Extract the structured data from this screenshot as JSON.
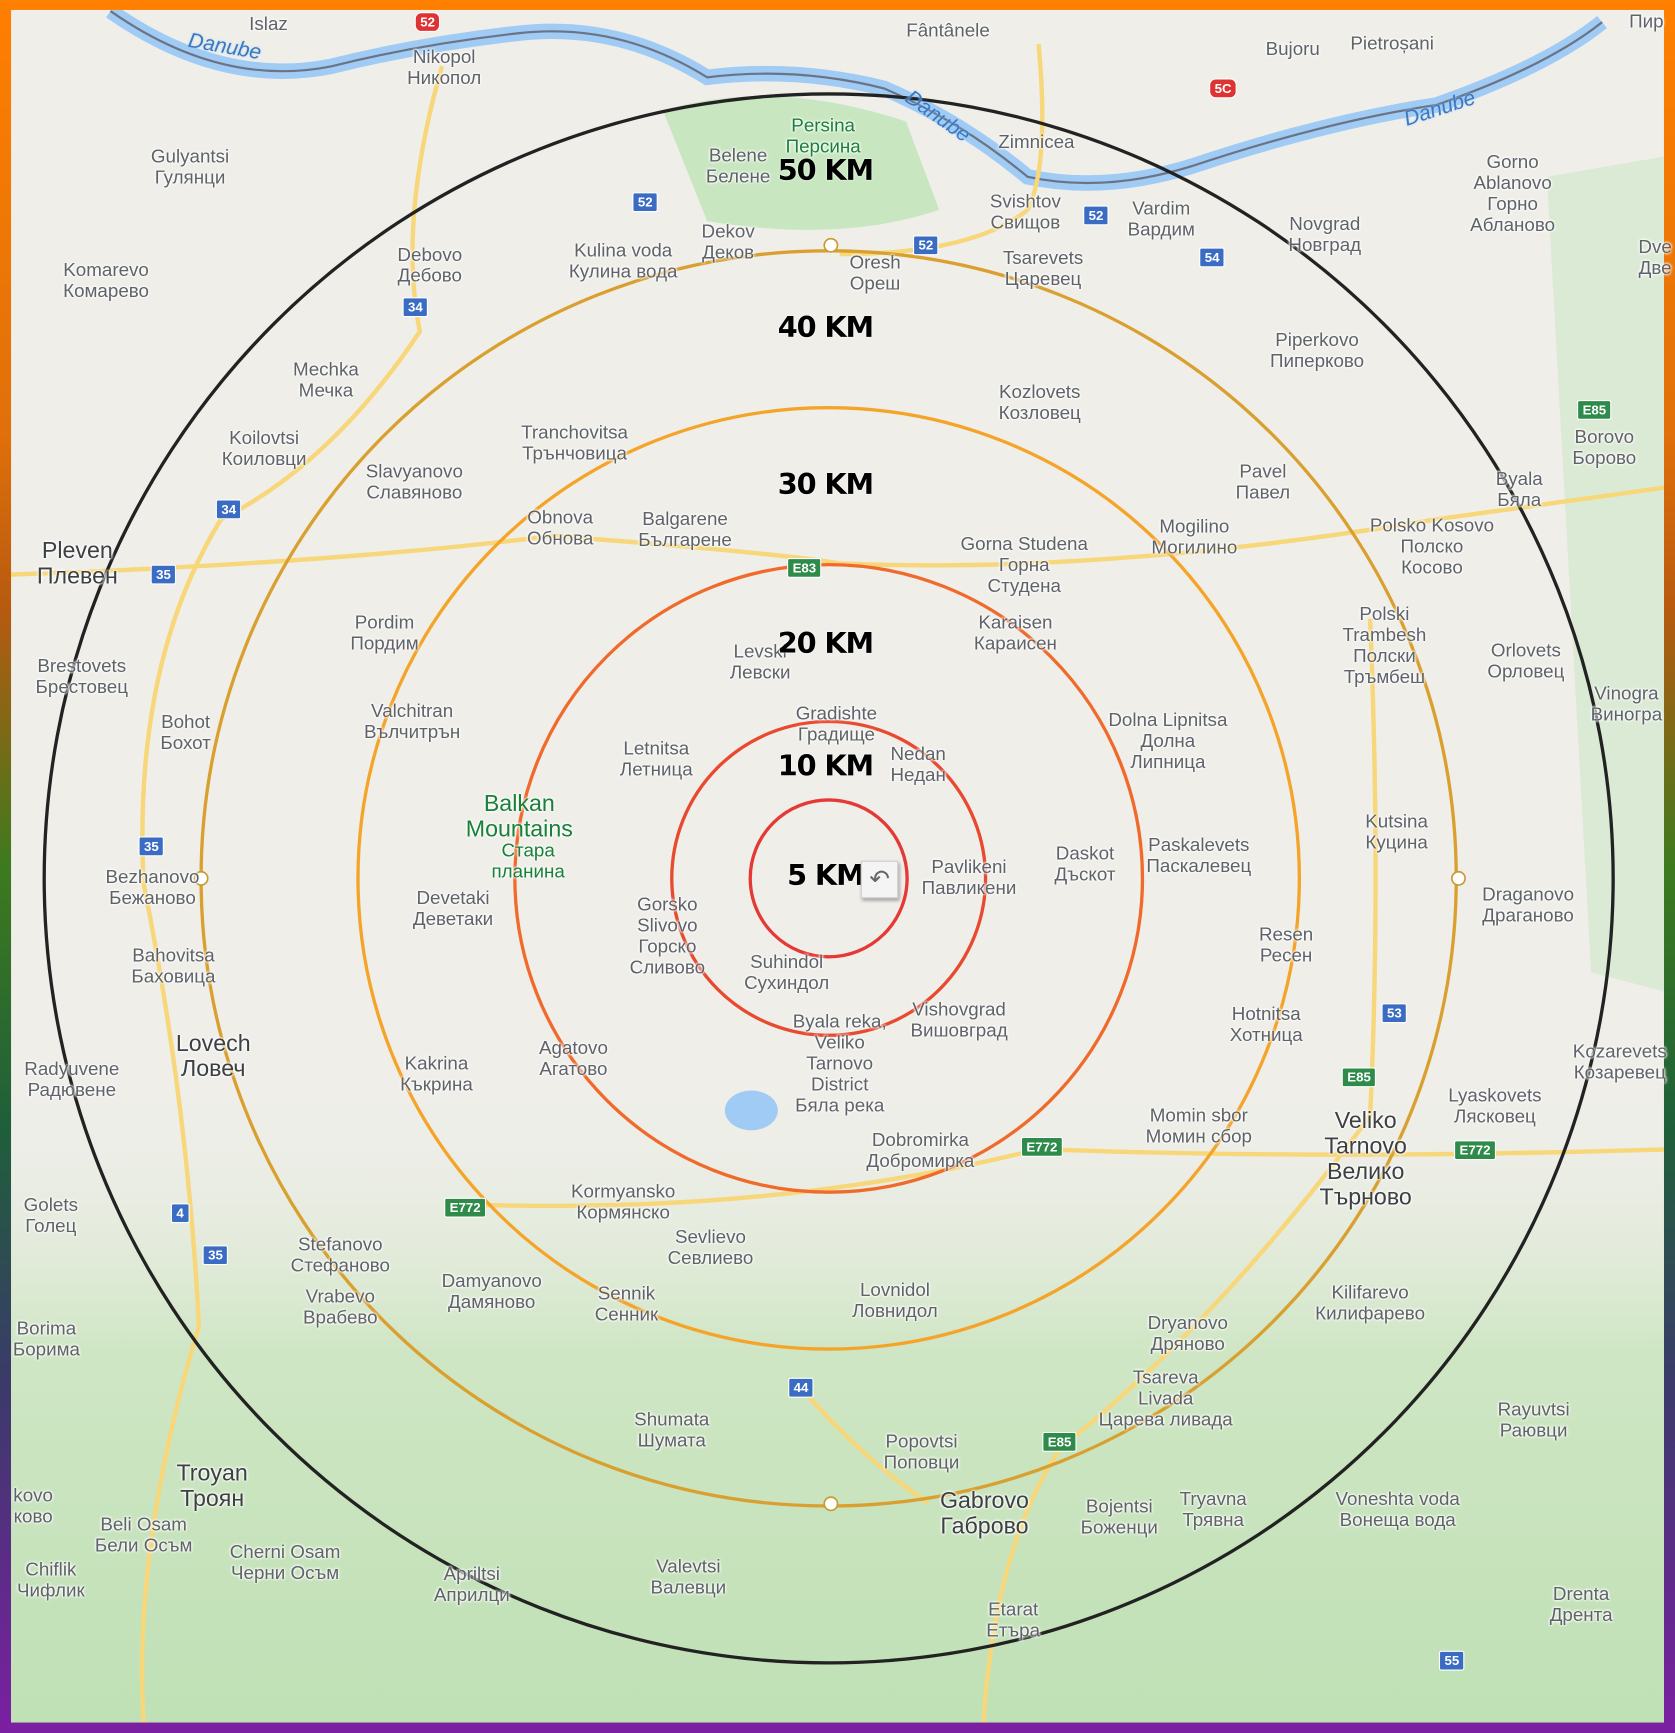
{
  "map": {
    "rings": [
      {
        "label": "5 KM",
        "radius_km": 5,
        "color": "#e53935"
      },
      {
        "label": "10 KM",
        "radius_km": 10,
        "color": "#e9492f"
      },
      {
        "label": "20 KM",
        "radius_km": 20,
        "color": "#f06a2c"
      },
      {
        "label": "30 KM",
        "radius_km": 30,
        "color": "#f5a42a"
      },
      {
        "label": "40 KM",
        "radius_km": 40,
        "color": "#d9a030"
      },
      {
        "label": "50 KM",
        "radius_km": 50,
        "color": "#222222"
      }
    ],
    "undo_icon": "undo-arrow-icon",
    "rivers": [
      "Danube",
      "Danube",
      "Danube"
    ],
    "places": [
      {
        "t": "Islaz"
      },
      {
        "t": "Nikopol\nНикопол"
      },
      {
        "t": "Fântânele"
      },
      {
        "t": "Bujoru"
      },
      {
        "t": "Pietroșani"
      },
      {
        "t": "Persina\nПерсина"
      },
      {
        "t": "Belene\nБелене"
      },
      {
        "t": "Zimnicea"
      },
      {
        "t": "Gulyantsi\nГулянци"
      },
      {
        "t": "Gorno\nAblanovo\nГорно\nАбланово"
      },
      {
        "t": "Svishtov\nСвищов"
      },
      {
        "t": "Vardim\nВардим"
      },
      {
        "t": "Novgrad\nНовград"
      },
      {
        "t": "Dekov\nДеков"
      },
      {
        "t": "Kulina voda\nКулина вода"
      },
      {
        "t": "Debovo\nДебово"
      },
      {
        "t": "Oresh\nОреш"
      },
      {
        "t": "Tsarevets\nЦаревец"
      },
      {
        "t": "Komarevo\nКомарево"
      },
      {
        "t": "Piperkovo\nПиперково"
      },
      {
        "t": "Mechka\nМечка"
      },
      {
        "t": "Kozlovets\nКозловец"
      },
      {
        "t": "Koilovtsi\nКоиловци"
      },
      {
        "t": "Tranchovitsa\nТрънчовица"
      },
      {
        "t": "Slavyanovo\nСлавяново"
      },
      {
        "t": "Pavel\nПавел"
      },
      {
        "t": "Borovo\nБорово"
      },
      {
        "t": "Byala\nБяла"
      },
      {
        "t": "Obnova\nОбнова"
      },
      {
        "t": "Balgarene\nБългарене"
      },
      {
        "t": "Mogilino\nМогилино"
      },
      {
        "t": "Polsko Kosovo\nПолско\nКосово"
      },
      {
        "t": "Pleven\nПлевен"
      },
      {
        "t": "Gorna Studena\nГорна\nСтудена"
      },
      {
        "t": "Karaisen\nКараисен"
      },
      {
        "t": "Pordim\nПордим"
      },
      {
        "t": "Polski\nTrambesh\nПолски\nТръмбеш"
      },
      {
        "t": "Levski\nЛевски"
      },
      {
        "t": "Orlovets\nОрловец"
      },
      {
        "t": "Brestovets\nБрестовец"
      },
      {
        "t": "Gradishte\nГрадище"
      },
      {
        "t": "Dolna Lipnitsa\nДолна\nЛипница"
      },
      {
        "t": "Valchitran\nВълчитрън"
      },
      {
        "t": "Bohot\nБохот"
      },
      {
        "t": "Vinogra\nВиногра"
      },
      {
        "t": "Letnitsa\nЛетница"
      },
      {
        "t": "Nedan\nНедан"
      },
      {
        "t": "Balkan\nMountains"
      },
      {
        "t": "Стара\nпланина"
      },
      {
        "t": "Kutsina\nКуцина"
      },
      {
        "t": "Pavlikeni\nПавликени"
      },
      {
        "t": "Daskot\nДъскот"
      },
      {
        "t": "Paskalevets\nПаскалевец"
      },
      {
        "t": "Bezhanovo\nБежаново"
      },
      {
        "t": "Devetaki\nДеветаки"
      },
      {
        "t": "Draganovo\nДраганово"
      },
      {
        "t": "Gorsko\nSlivovo\nГорско\nСливово"
      },
      {
        "t": "Resen\nРесен"
      },
      {
        "t": "Suhindol\nСухиндол"
      },
      {
        "t": "Bahovitsa\nБаховица"
      },
      {
        "t": "Byala reka,\nVeliko\nTarnovo\nDistrict\nБяла река"
      },
      {
        "t": "Vishovgrad\nВишовград"
      },
      {
        "t": "Hotnitsa\nХотница"
      },
      {
        "t": "Lovech\nЛовеч"
      },
      {
        "t": "Agatovo\nАгатово"
      },
      {
        "t": "Kakrina\nКъкрина"
      },
      {
        "t": "Radyuvene\nРадювене"
      },
      {
        "t": "Kozarevets\nКозаревец"
      },
      {
        "t": "Lyaskovets\nЛясковец"
      },
      {
        "t": "Momin sbor\nМомин сбор"
      },
      {
        "t": "Dobromirka\nДобромирка"
      },
      {
        "t": "Veliko\nTarnovo\nВелико\nТърново"
      },
      {
        "t": "Kormyansko\nКормянско"
      },
      {
        "t": "Golets\nГолец"
      },
      {
        "t": "Sevlievo\nСевлиево"
      },
      {
        "t": "Stefanovo\nСтефаново"
      },
      {
        "t": "Damyanovo\nДамяново"
      },
      {
        "t": "Vrabevo\nВрабево"
      },
      {
        "t": "Sennik\nСенник"
      },
      {
        "t": "Lovnidol\nЛовнидол"
      },
      {
        "t": "Kilifarevo\nКилифарево"
      },
      {
        "t": "Dryanovo\nДряново"
      },
      {
        "t": "Borima\nБорима"
      },
      {
        "t": "Tsareva\nLivada\nЦарева ливада"
      },
      {
        "t": "Shumata\nШумата"
      },
      {
        "t": "Popovtsi\nПоповци"
      },
      {
        "t": "Rayuvtsi\nРаювци"
      },
      {
        "t": "Troyan\nТроян"
      },
      {
        "t": "Gabrovo\nГаброво"
      },
      {
        "t": "Bojentsi\nБоженци"
      },
      {
        "t": "Tryavna\nТрявна"
      },
      {
        "t": "Voneshta voda\nВонеща вода"
      },
      {
        "t": "Beli Osam\nБели Осъм"
      },
      {
        "t": "Cherni Osam\nЧерни Осъм"
      },
      {
        "t": "Apriltsi\nАприлци"
      },
      {
        "t": "Valevtsi\nВалевци"
      },
      {
        "t": "Chiflik\nЧифлик"
      },
      {
        "t": "Etarat\nЕтъра"
      },
      {
        "t": "Drenta\nДрента"
      },
      {
        "t": "kovo\nково"
      },
      {
        "t": "Пир"
      },
      {
        "t": "Dve\nДве"
      }
    ],
    "shields": [
      "52",
      "5C",
      "52",
      "52",
      "52",
      "54",
      "34",
      "34",
      "35",
      "E83",
      "E85",
      "35",
      "53",
      "E85",
      "E772",
      "E772",
      "E772",
      "4",
      "35",
      "44",
      "E85",
      "55"
    ]
  }
}
